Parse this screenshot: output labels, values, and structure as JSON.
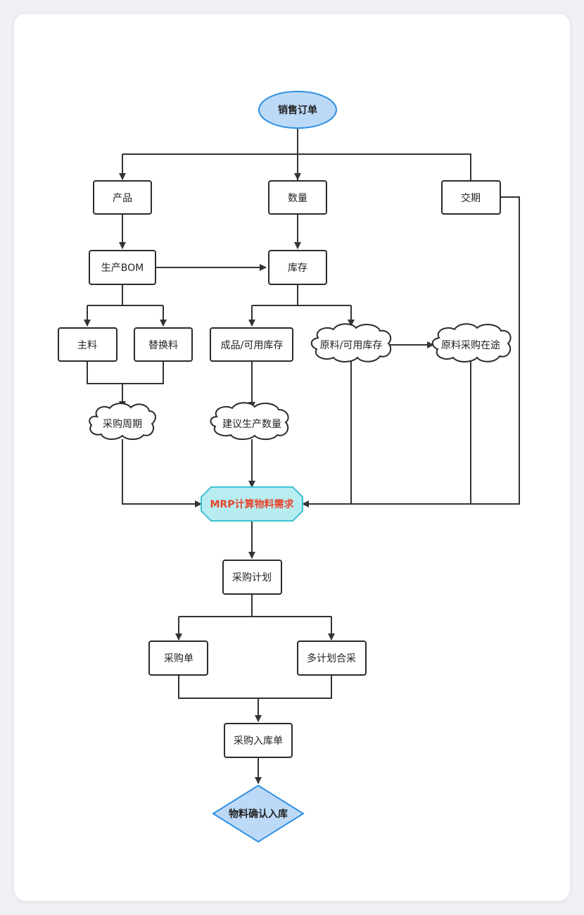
{
  "nodes": {
    "sales_order": "销售订单",
    "product": "产品",
    "quantity": "数量",
    "delivery": "交期",
    "production_bom": "生产BOM",
    "inventory": "库存",
    "main_material": "主料",
    "substitute_material": "替换料",
    "finished_inventory": "成品/可用库存",
    "raw_inventory": "原料/可用库存",
    "raw_in_transit": "原料采购在途",
    "purchase_cycle": "采购周期",
    "suggested_production": "建议生产数量",
    "mrp": "MRP计算物料需求",
    "purchase_plan": "采购计划",
    "purchase_order": "采购单",
    "multi_plan_merge": "多计划合采",
    "purchase_receipt": "采购入库单",
    "confirm_receipt": "物料确认入库"
  },
  "colors": {
    "start_fill": "#bcd9f7",
    "start_stroke": "#2e8fe0",
    "mrp_fill": "#b7ecf0",
    "mrp_stroke": "#3cc3d3",
    "mrp_text": "#e8442f",
    "end_fill": "#bcd9f7",
    "end_stroke": "#2e8fe0"
  }
}
